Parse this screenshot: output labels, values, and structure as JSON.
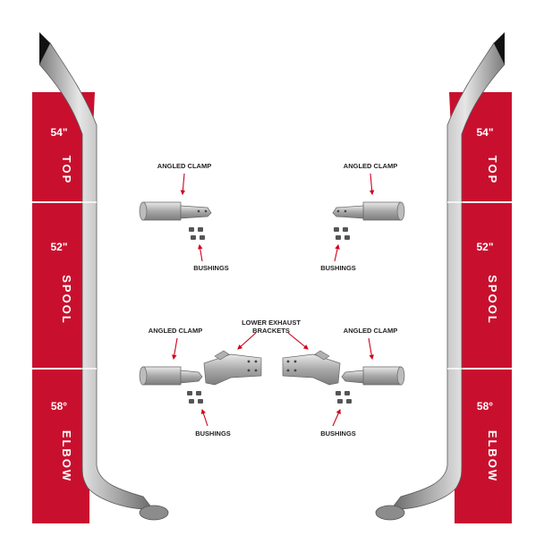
{
  "left_bands": [
    {
      "size": "54\"",
      "name": "TOP"
    },
    {
      "size": "52\"",
      "name": "SPOOL"
    },
    {
      "size": "58°",
      "name": "ELBOW"
    }
  ],
  "right_bands": [
    {
      "size": "54\"",
      "name": "TOP"
    },
    {
      "size": "52\"",
      "name": "SPOOL"
    },
    {
      "size": "58°",
      "name": "ELBOW"
    }
  ],
  "labels": {
    "angled_clamp_upper_left": "ANGLED CLAMP",
    "angled_clamp_upper_right": "ANGLED CLAMP",
    "angled_clamp_lower_left": "ANGLED CLAMP",
    "angled_clamp_lower_right": "ANGLED CLAMP",
    "bushings_upper_left": "BUSHINGS",
    "bushings_upper_right": "BUSHINGS",
    "bushings_lower_left": "BUSHINGS",
    "bushings_lower_right": "BUSHINGS",
    "lower_exhaust_brackets_line1": "LOWER EXHAUST",
    "lower_exhaust_brackets_line2": "BRACKETS"
  },
  "colors": {
    "band_red": "#c8102e",
    "pipe_mid": "#a9a9a9",
    "pipe_light": "#e4e4e4",
    "pipe_dark": "#6d6d6d",
    "arrow": "#d0021b"
  }
}
